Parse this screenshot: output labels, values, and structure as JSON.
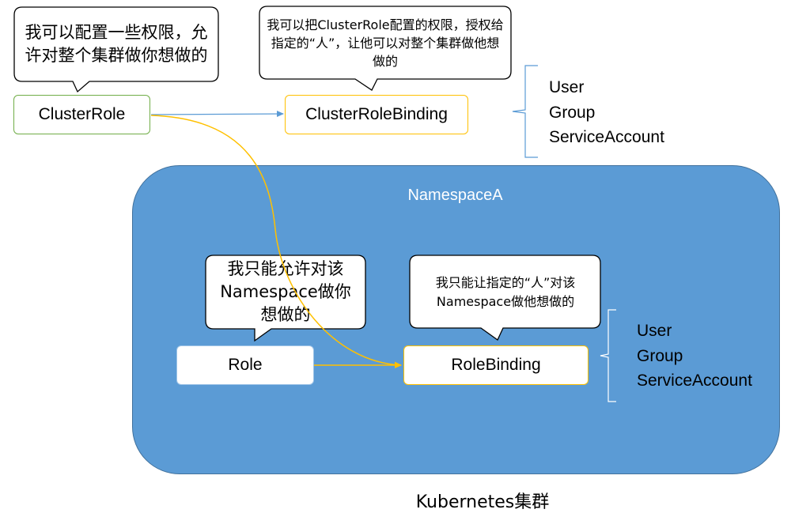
{
  "bubbles": {
    "clusterrole": "我可以配置一些权限，允许对整个集群做你想做的",
    "clusterrolebinding": "我可以把ClusterRole配置的权限，授权给指定的“人”，让他可以对整个集群做他想做的",
    "role": "我只能允许对该Namespace做你想做的",
    "rolebinding": "我只能让指定的“人”对该Namespace做他想做的"
  },
  "nodes": {
    "clusterrole": "ClusterRole",
    "clusterrolebinding": "ClusterRoleBinding",
    "role": "Role",
    "rolebinding": "RoleBinding"
  },
  "namespace": {
    "title": "NamespaceA"
  },
  "subjects_cluster": [
    "User",
    "Group",
    "ServiceAccount"
  ],
  "subjects_ns": [
    "User",
    "Group",
    "ServiceAccount"
  ],
  "caption": "Kubernetes集群",
  "colors": {
    "namespace_fill": "#5b9bd5",
    "clusterrole_border": "#70ad47",
    "binding_border": "#ffc000",
    "arrow_blue": "#5b9bd5",
    "arrow_yellow": "#ffc000"
  }
}
